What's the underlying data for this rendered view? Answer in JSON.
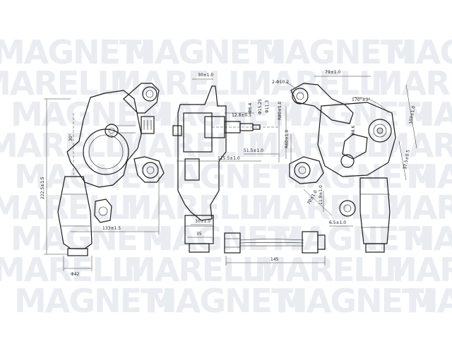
{
  "watermark": {
    "brand_top": "MAGNETI",
    "brand_bottom": "MARELLI"
  },
  "dimensions": {
    "left_height": "222.5±1.5",
    "left_angle": "30°",
    "left_width": "133±1.5",
    "left_dia": "Φ42",
    "side_top": "30±1.0",
    "side_bottom": "30±1.0",
    "side_bottom2": "35",
    "side_shaft": "12.8±0.5",
    "side_r1": "Φ15.25",
    "side_r2": "Φ11.3",
    "side_r3": "Φ6.4",
    "side_mid": "51.5±1.0",
    "side_long": "115.5±1.0",
    "connector_len": "145",
    "right_hole": "2-Φ10.2",
    "right_top": "79±1.0",
    "right_angle": "170°±3°",
    "right_r1": "R80±1.0",
    "right_r2": "R60±1.0",
    "right_side1": "103±1.0",
    "right_side2": "37.5±0.5",
    "right_a": "70±1.0",
    "right_b": "11.9±1.0",
    "right_c": "6.5±1.0",
    "right_d": "Φ8.6"
  }
}
